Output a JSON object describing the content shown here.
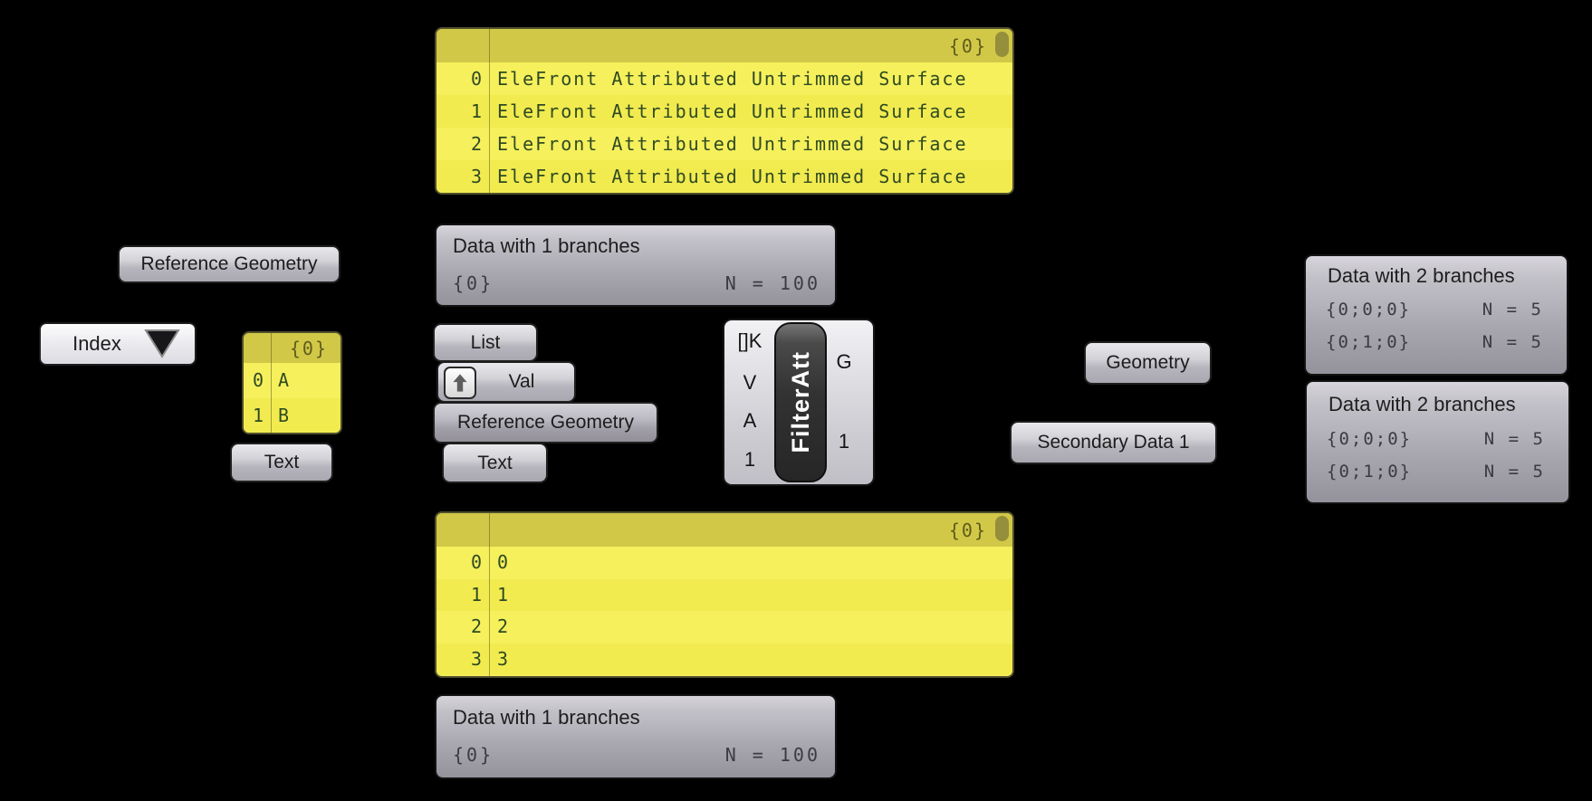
{
  "colors": {
    "canvas_bg": "#000000",
    "panel_yellow": "#f5f05c",
    "panel_yellow_alt": "#f1eb50",
    "panel_header_olive": "#d2c847",
    "panel_scrollbar_olive": "#958e3b",
    "panel_text_green": "#2f4a22",
    "viewer_grey_top": "#d7d5db",
    "viewer_grey_bottom": "#94929b",
    "viewer_text": "#3c3b40",
    "label_text": "#1c1c1c",
    "connector_white": "#ffffff",
    "filter_pill_dark": "#323232",
    "filter_pill_text": "#ffffff"
  },
  "top_panel": {
    "branch_path": "{0}",
    "rows": [
      {
        "index": "0",
        "value": "EleFront Attributed Untrimmed Surface"
      },
      {
        "index": "1",
        "value": "EleFront Attributed Untrimmed Surface"
      },
      {
        "index": "2",
        "value": "EleFront Attributed Untrimmed Surface"
      },
      {
        "index": "3",
        "value": "EleFront Attributed Untrimmed Surface"
      }
    ]
  },
  "viewer_top": {
    "title": "Data with 1 branches",
    "rows": [
      {
        "path": "{0}",
        "count": "N = 100"
      }
    ]
  },
  "ref_geometry_left": {
    "label": "Reference Geometry"
  },
  "value_list": {
    "label": "Index"
  },
  "small_panel": {
    "branch_path": "{0}",
    "rows": [
      {
        "index": "0",
        "value": "A"
      },
      {
        "index": "1",
        "value": "B"
      }
    ]
  },
  "text_param_1": {
    "label": "Text"
  },
  "list_param": {
    "label": "List"
  },
  "val_param": {
    "label": "Val",
    "icon": "up-arrow"
  },
  "ref_geometry_mid": {
    "label": "Reference Geometry"
  },
  "text_param_2": {
    "label": "Text"
  },
  "filter_component": {
    "name": "FilterAtt",
    "inputs": [
      "[]K",
      "V",
      "A",
      "1"
    ],
    "outputs": [
      "G",
      "1"
    ]
  },
  "geometry_param": {
    "label": "Geometry"
  },
  "secondary_param": {
    "label": "Secondary Data 1"
  },
  "viewer_right_top": {
    "title": "Data with 2 branches",
    "rows": [
      {
        "path": "{0;0;0}",
        "count": "N = 5"
      },
      {
        "path": "{0;1;0}",
        "count": "N = 5"
      }
    ]
  },
  "viewer_right_bottom": {
    "title": "Data with 2 branches",
    "rows": [
      {
        "path": "{0;0;0}",
        "count": "N = 5"
      },
      {
        "path": "{0;1;0}",
        "count": "N = 5"
      }
    ]
  },
  "bottom_panel": {
    "branch_path": "{0}",
    "rows": [
      {
        "index": "0",
        "value": "0"
      },
      {
        "index": "1",
        "value": "1"
      },
      {
        "index": "2",
        "value": "2"
      },
      {
        "index": "3",
        "value": "3"
      }
    ]
  },
  "viewer_bottom": {
    "title": "Data with 1 branches",
    "rows": [
      {
        "path": "{0}",
        "count": "N = 100"
      }
    ]
  }
}
